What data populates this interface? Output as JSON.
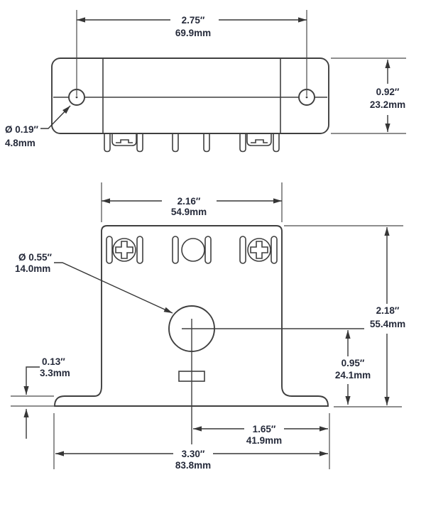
{
  "colors": {
    "line": "#3f3f3f",
    "dimension_line": "#363636",
    "text": "#252a3a",
    "background": "#ffffff"
  },
  "side_view": {
    "hole_spacing": {
      "inches": "2.75″",
      "mm": "69.9mm"
    },
    "body_height": {
      "inches": "0.92″",
      "mm": "23.2mm"
    },
    "mount_hole_diameter": {
      "inches": "Ø 0.19″",
      "mm": "4.8mm"
    }
  },
  "front_view": {
    "body_width": {
      "inches": "2.16″",
      "mm": "54.9mm"
    },
    "aperture_diameter": {
      "inches": "Ø 0.55″",
      "mm": "14.0mm"
    },
    "overall_height": {
      "inches": "2.18″",
      "mm": "55.4mm"
    },
    "aperture_center_height": {
      "inches": "0.95″",
      "mm": "24.1mm"
    },
    "base_thickness": {
      "inches": "0.13″",
      "mm": "3.3mm"
    },
    "center_to_base_edge": {
      "inches": "1.65″",
      "mm": "41.9mm"
    },
    "base_width": {
      "inches": "3.30″",
      "mm": "83.8mm"
    }
  }
}
